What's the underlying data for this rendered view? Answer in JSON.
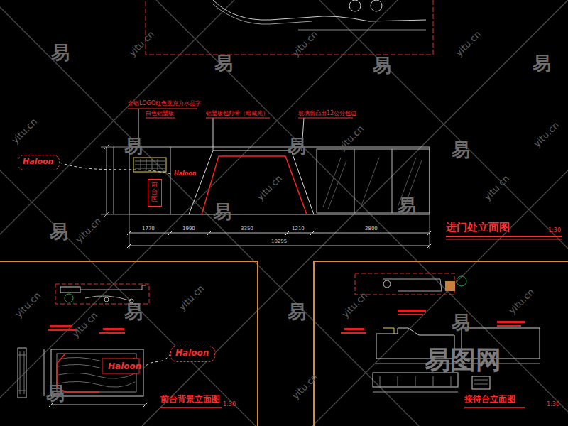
{
  "diagram": {
    "nodes": [
      {
        "text": [
          "Haloon"
        ]
      },
      {
        "text": [
          "Haloon"
        ]
      },
      {
        "text": [
          "前台区"
        ]
      },
      {
        "text": [
          "前台背景立面图"
        ]
      },
      {
        "text": [
          "Haloon"
        ],
        "in": 3
      },
      {
        "text": [
          "Haloon"
        ],
        "in": 3
      },
      {
        "text": [
          "接待台立面图"
        ]
      }
    ],
    "edges": [
      {
        "from": 0,
        "to": 1,
        "arrow": "none"
      },
      {
        "from": 4,
        "to": 5,
        "arrow": "none"
      }
    ],
    "labels": [
      "进门处立面图",
      "1:30",
      "1:30",
      "1:30",
      "金铝LOGO红色亚克力水晶字",
      "白色铝塑板",
      "铝塑板包灯带（暗藏光）",
      "玻璃窗凸出12公分包边",
      "1770",
      "1990",
      "3350",
      "1210",
      "2800",
      "10295",
      "易图网",
      "易",
      "易",
      "易",
      "易",
      "易",
      "易",
      "易",
      "易",
      "易",
      "易",
      "易",
      "易",
      "易",
      "易",
      "yitu.cn",
      "yitu.cn",
      "yitu.cn",
      "yitu.cn",
      "yitu.cn",
      "yitu.cn",
      "yitu.cn",
      "yitu.cn",
      "yitu.cn",
      "yitu.cn",
      "yitu.cn",
      "yitu.cn",
      "yitu.cn",
      "yitu.cn",
      "yitu.cn"
    ]
  }
}
